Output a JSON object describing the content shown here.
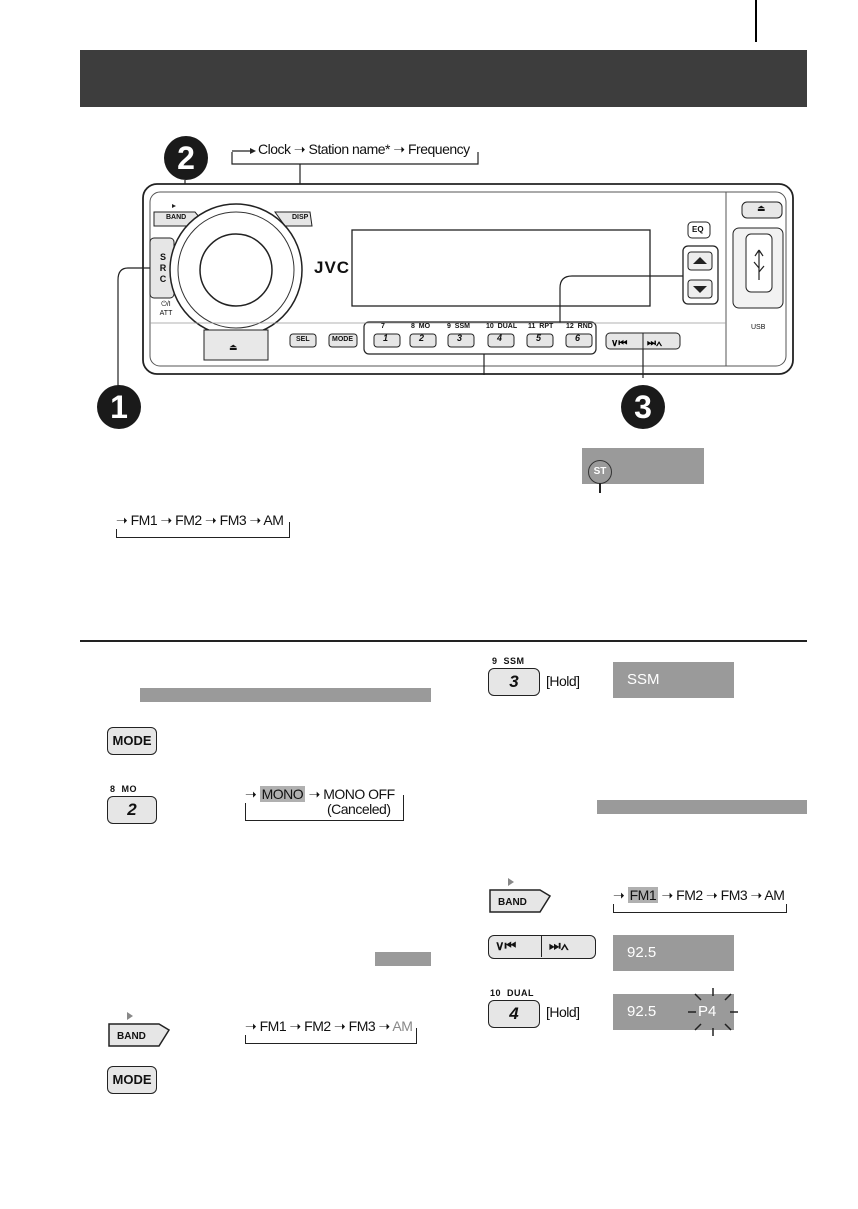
{
  "diagram": {
    "disp_sequence": [
      "Clock",
      "Station name*",
      "Frequency"
    ],
    "callouts": [
      "2",
      "1",
      "3"
    ],
    "panel_labels": {
      "band": "BAND",
      "disp": "DISP",
      "src": "S R C",
      "power": "⏻/I ATT",
      "eject_small": "⏏",
      "eq": "EQ",
      "brand": "JVC",
      "usb": "USB",
      "sel": "SEL",
      "mode": "MODE",
      "presets": [
        {
          "num": "1",
          "top": "7"
        },
        {
          "num": "2",
          "top": "8  MO"
        },
        {
          "num": "3",
          "top": "9  SSM"
        },
        {
          "num": "4",
          "top": "10  DUAL"
        },
        {
          "num": "5",
          "top": "11  RPT"
        },
        {
          "num": "6",
          "top": "12  RND"
        }
      ]
    }
  },
  "band_cycle_top": [
    "FM1",
    "FM2",
    "FM3",
    "AM"
  ],
  "st_indicator": "ST",
  "left": {
    "mode_label": "MODE",
    "key2": {
      "top": "8  MO",
      "num": "2"
    },
    "mono_seq": {
      "first": "MONO",
      "second": "MONO OFF",
      "note": "(Canceled)"
    },
    "band_label": "BAND",
    "band_seq": [
      "FM1",
      "FM2",
      "FM3",
      "AM"
    ],
    "mode_label2": "MODE"
  },
  "right": {
    "key3": {
      "top": "9  SSM",
      "num": "3"
    },
    "hold1": "[Hold]",
    "ssm_display": "SSM",
    "band_label": "BAND",
    "band_seq": [
      "FM1",
      "FM2",
      "FM3",
      "AM"
    ],
    "freq_display": "92.5",
    "key4": {
      "top": "10  DUAL",
      "num": "4"
    },
    "hold2": "[Hold]",
    "freq_display2": "92.5",
    "preset_indicator": "P4"
  }
}
